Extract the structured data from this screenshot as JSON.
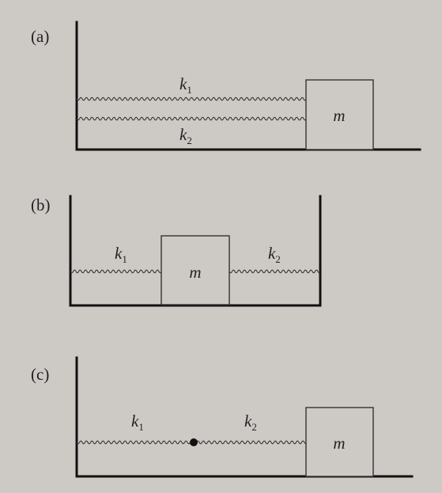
{
  "panels": {
    "a": {
      "label": "(a)",
      "springs": [
        {
          "symbol": "k",
          "subscript": "1"
        },
        {
          "symbol": "k",
          "subscript": "2"
        }
      ],
      "mass_label": "m"
    },
    "b": {
      "label": "(b)",
      "springs": [
        {
          "symbol": "k",
          "subscript": "1"
        },
        {
          "symbol": "k",
          "subscript": "2"
        }
      ],
      "mass_label": "m"
    },
    "c": {
      "label": "(c)",
      "springs": [
        {
          "symbol": "k",
          "subscript": "1"
        },
        {
          "symbol": "k",
          "subscript": "2"
        }
      ],
      "mass_label": "m"
    }
  },
  "colors": {
    "background": "#cdcac6",
    "line": "#111111",
    "spring": "#333333"
  }
}
